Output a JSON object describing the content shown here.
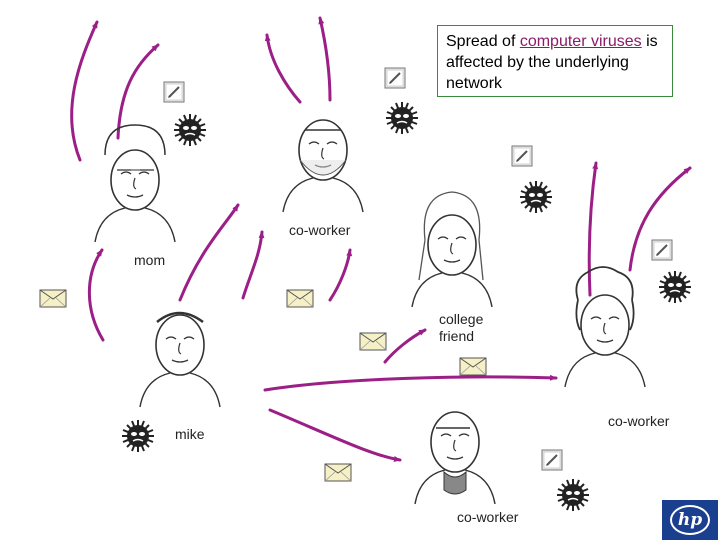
{
  "title": {
    "prefix": "Spread of ",
    "highlight": "computer viruses",
    "suffix": " is affected by the underlying network"
  },
  "people": [
    {
      "id": "mom",
      "label": "mom"
    },
    {
      "id": "coworker-top",
      "label": "co-worker"
    },
    {
      "id": "college-friend",
      "label": "college\nfriend"
    },
    {
      "id": "coworker-right",
      "label": "co-worker"
    },
    {
      "id": "mike",
      "label": "mike"
    },
    {
      "id": "coworker-bottom",
      "label": "co-worker"
    }
  ],
  "logo": {
    "text": "hp"
  },
  "colors": {
    "arrow": "#9b1f86",
    "virus": "#222222",
    "box_border": "#3a8a3a",
    "logo_bg": "#1a3f8e"
  }
}
